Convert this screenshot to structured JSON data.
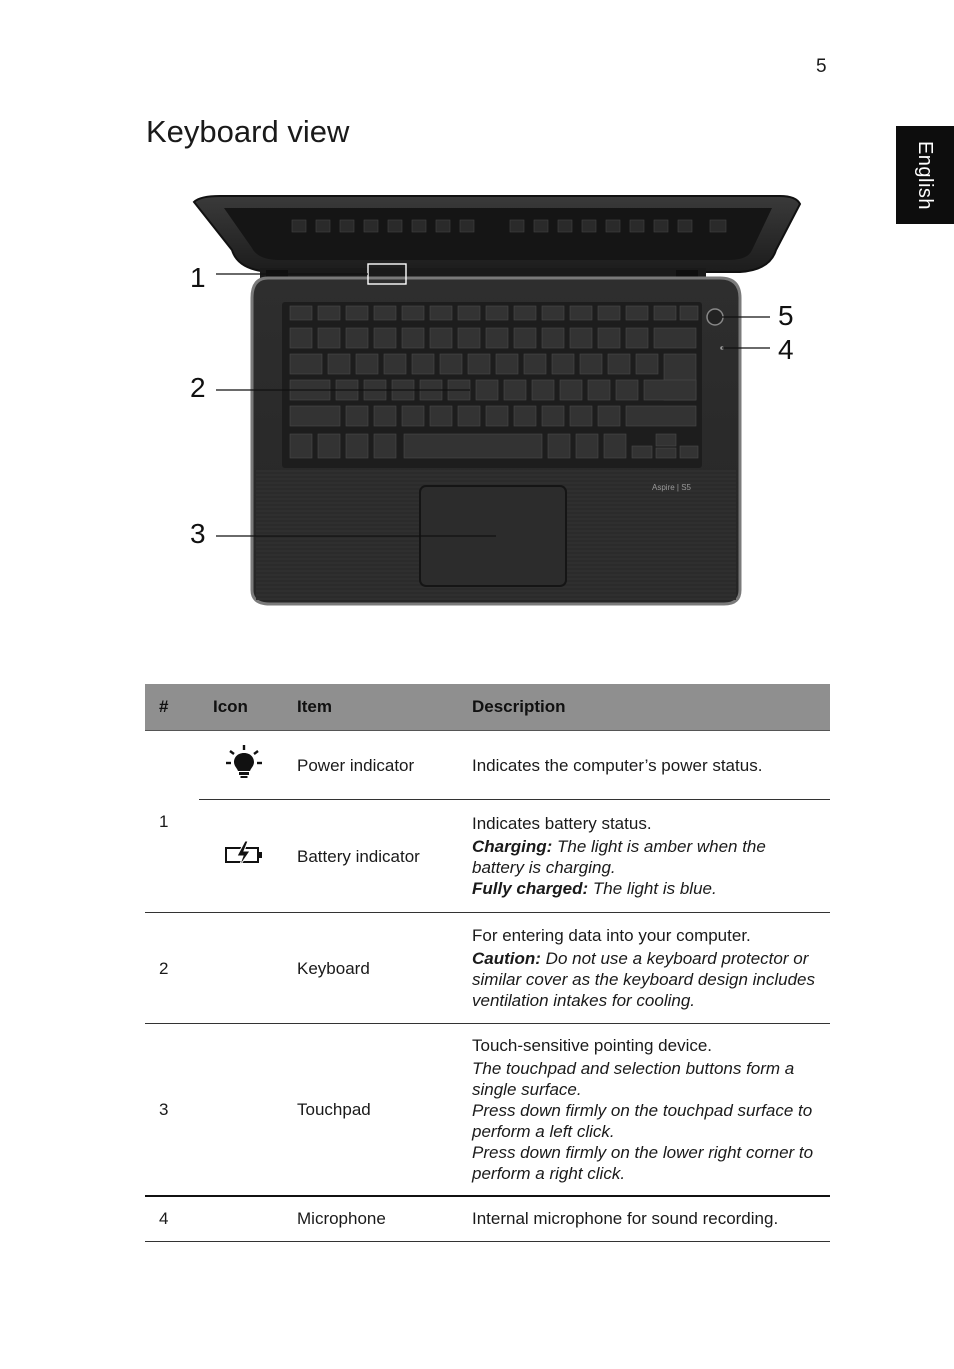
{
  "page": {
    "number": "5",
    "language_tab": "English",
    "title": "Keyboard view"
  },
  "figure": {
    "callouts": [
      "1",
      "2",
      "3",
      "4",
      "5"
    ],
    "brand_label": "Aspire | S5"
  },
  "table": {
    "headers": [
      "#",
      "Icon",
      "Item",
      "Description"
    ],
    "rows": [
      {
        "num": "1",
        "icon": "power-indicator-icon",
        "item": "Power indicator",
        "desc": "Indicates the computer’s power status."
      },
      {
        "num": "",
        "icon": "battery-indicator-icon",
        "item": "Battery indicator",
        "desc": "Indicates battery status.",
        "notes": [
          {
            "label": "Charging:",
            "text": " The light is amber when the battery is charging."
          },
          {
            "label": "Fully charged:",
            "text": " The light is blue."
          }
        ]
      },
      {
        "num": "2",
        "icon": "",
        "item": "Keyboard",
        "desc": "For entering data into your computer.",
        "notes": [
          {
            "label": "Caution:",
            "text": " Do not use a keyboard protector or similar cover as the keyboard design includes ventilation intakes for cooling."
          }
        ]
      },
      {
        "num": "3",
        "icon": "",
        "item": "Touchpad",
        "desc": "Touch-sensitive pointing device.",
        "lines": [
          "The touchpad and selection buttons form a single surface.",
          "Press down firmly on the touchpad surface to perform a left click.",
          "Press down firmly on the lower right corner to perform a right click."
        ]
      },
      {
        "num": "4",
        "icon": "",
        "item": "Microphone",
        "desc": "Internal microphone for sound recording."
      }
    ]
  }
}
